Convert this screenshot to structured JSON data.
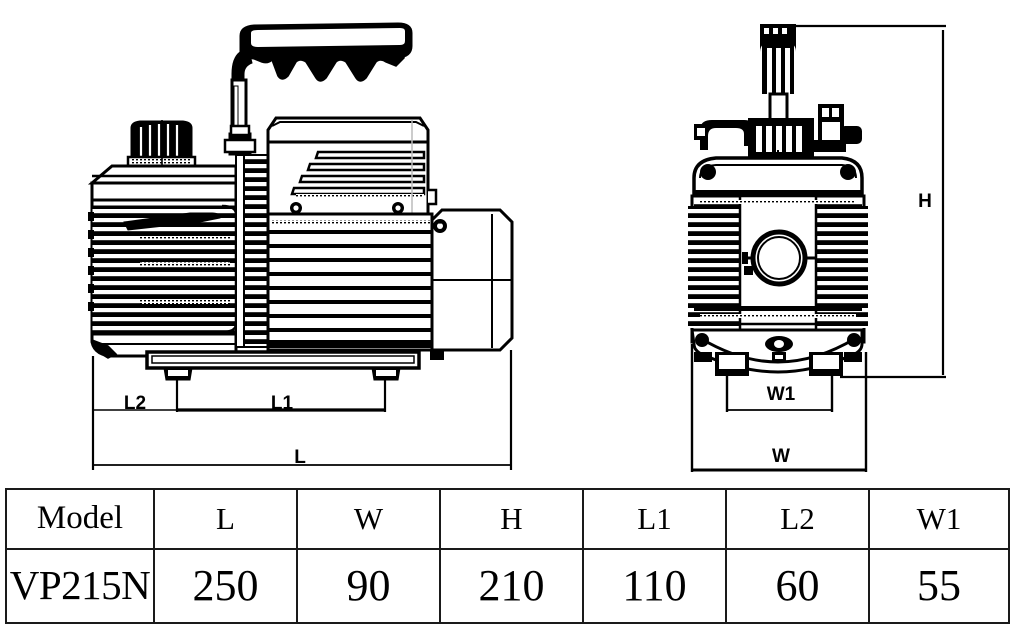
{
  "document": {
    "kind": "technical-dimension-drawing",
    "subject": "rotary vane vacuum pump"
  },
  "views": {
    "side_view": {
      "name": "side-elevation",
      "dimension_labels": [
        "L",
        "L1",
        "L2"
      ]
    },
    "front_view": {
      "name": "front-elevation",
      "dimension_labels": [
        "H",
        "W",
        "W1"
      ]
    }
  },
  "dimension_callouts": {
    "L": "L",
    "L1": "L1",
    "L2": "L2",
    "H": "H",
    "W": "W",
    "W1": "W1"
  },
  "spec_table": {
    "headers": [
      "Model",
      "L",
      "W",
      "H",
      "L1",
      "L2",
      "W1"
    ],
    "rows": [
      {
        "model": "VP215N",
        "L": "250",
        "W": "90",
        "H": "210",
        "L1": "110",
        "L2": "60",
        "W1": "55"
      }
    ]
  },
  "colors": {
    "line": "#000000",
    "table_border": "#1a1a1a",
    "background": "#ffffff",
    "fill_light": "#ffffff",
    "fill_dark": "#000000"
  }
}
